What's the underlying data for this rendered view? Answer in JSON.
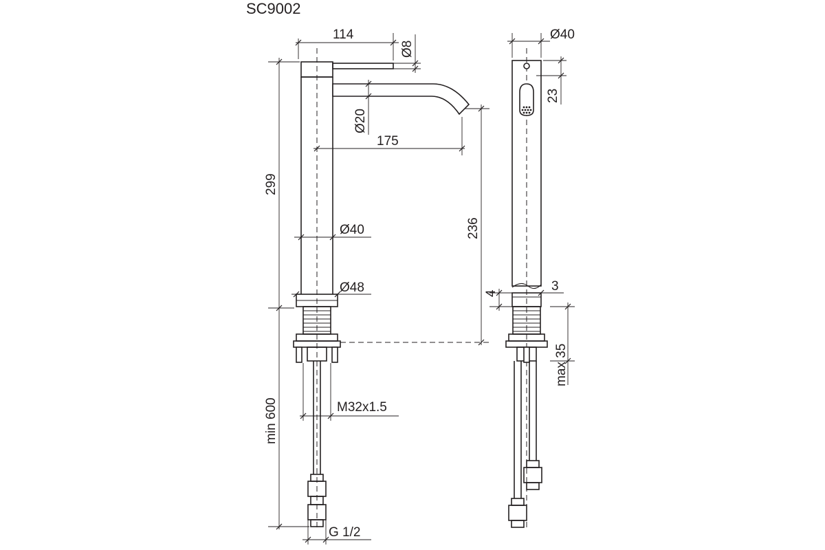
{
  "title": "SC9002",
  "dimensions": {
    "width_handle": "114",
    "handle_diameter": "Ø8",
    "spout_diameter": "Ø20",
    "spout_reach": "175",
    "total_height": "299",
    "body_diameter": "Ø40",
    "base_diameter": "Ø48",
    "spout_height": "236",
    "thread": "M32x1.5",
    "hose_length": "min 600",
    "connection": "G 1/2",
    "side_diameter": "Ø40",
    "aerator_offset": "23",
    "base_ring_left": "4",
    "base_ring_right": "3",
    "max_thickness": "max 35"
  },
  "colors": {
    "line": "#231f20",
    "background": "#ffffff"
  }
}
